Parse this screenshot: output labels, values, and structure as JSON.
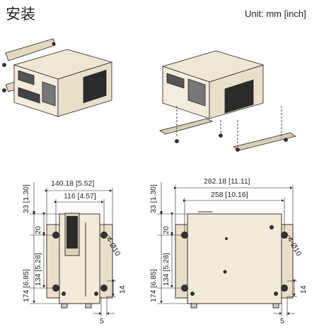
{
  "header": {
    "title": "安装",
    "unit": "Unit: mm [inch]"
  },
  "left_drawing": {
    "width_outer": "140.18 [5.52]",
    "width_inner": "116 [4.57]",
    "top_margin": "33 [1.30]",
    "upper_gap": "20",
    "height_total": "174 [6.85]",
    "height_inner": "134 [5.28]",
    "hole": "4-Ø10",
    "foot_height": "14",
    "foot_width": "5"
  },
  "right_drawing": {
    "width_outer": "282.18 [11.11]",
    "width_inner": "258 [10.16]",
    "top_margin": "33 [1.30]",
    "upper_gap": "20",
    "height_total": "174 [6.85]",
    "height_inner": "134 [5.28]",
    "hole": "4-Ø10",
    "foot_height": "14",
    "foot_width": "5"
  }
}
